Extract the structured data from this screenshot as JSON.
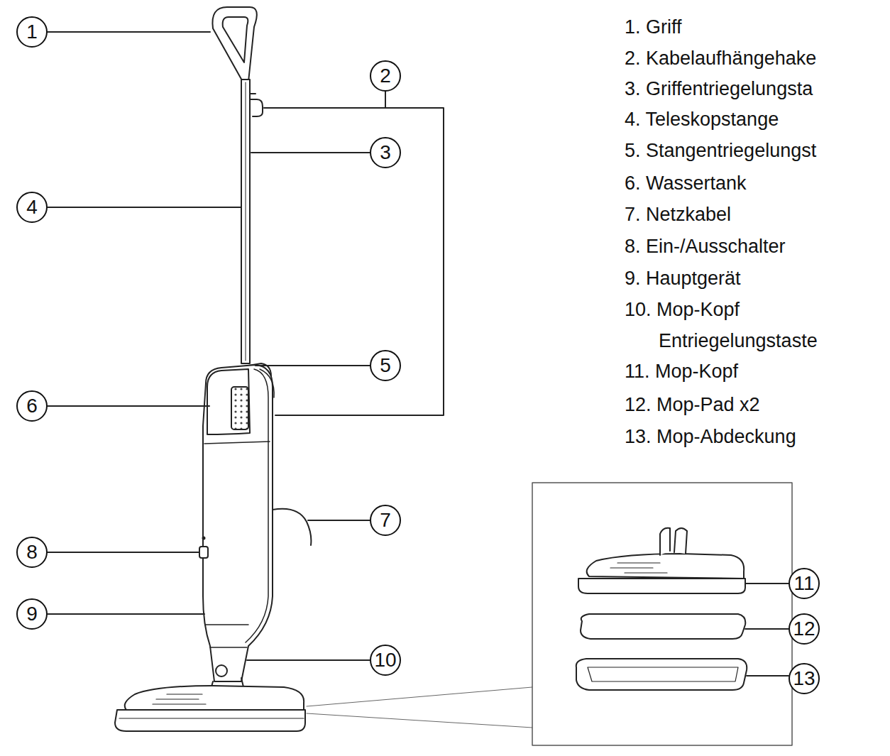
{
  "diagram": {
    "nodes": [
      {
        "text": [
          "1"
        ]
      },
      {
        "text": [
          "2"
        ]
      },
      {
        "text": [
          "3"
        ]
      },
      {
        "text": [
          "4"
        ]
      },
      {
        "text": [
          "5"
        ]
      },
      {
        "text": [
          "6"
        ]
      },
      {
        "text": [
          "7"
        ]
      },
      {
        "text": [
          "8"
        ]
      },
      {
        "text": [
          "9"
        ]
      },
      {
        "text": [
          "10"
        ]
      },
      {
        "text": [
          "11"
        ]
      },
      {
        "text": [
          "12"
        ]
      },
      {
        "text": [
          "13"
        ]
      }
    ],
    "labels": [
      "1. Griff",
      "2. Kabelaufhängehake",
      "3. Griffentriegelungsta",
      "4. Teleskopstange",
      "5. Stangentriegelungst",
      "6. Wassertank",
      "7. Netzkabel",
      "8. Ein-/Ausschalter",
      "9. Hauptgerät",
      "10. Mop-Kopf Entriegelungstaste",
      "11. Mop-Kopf",
      "12. Mop-Pad x2",
      "13. Mop-Abdeckung"
    ]
  }
}
